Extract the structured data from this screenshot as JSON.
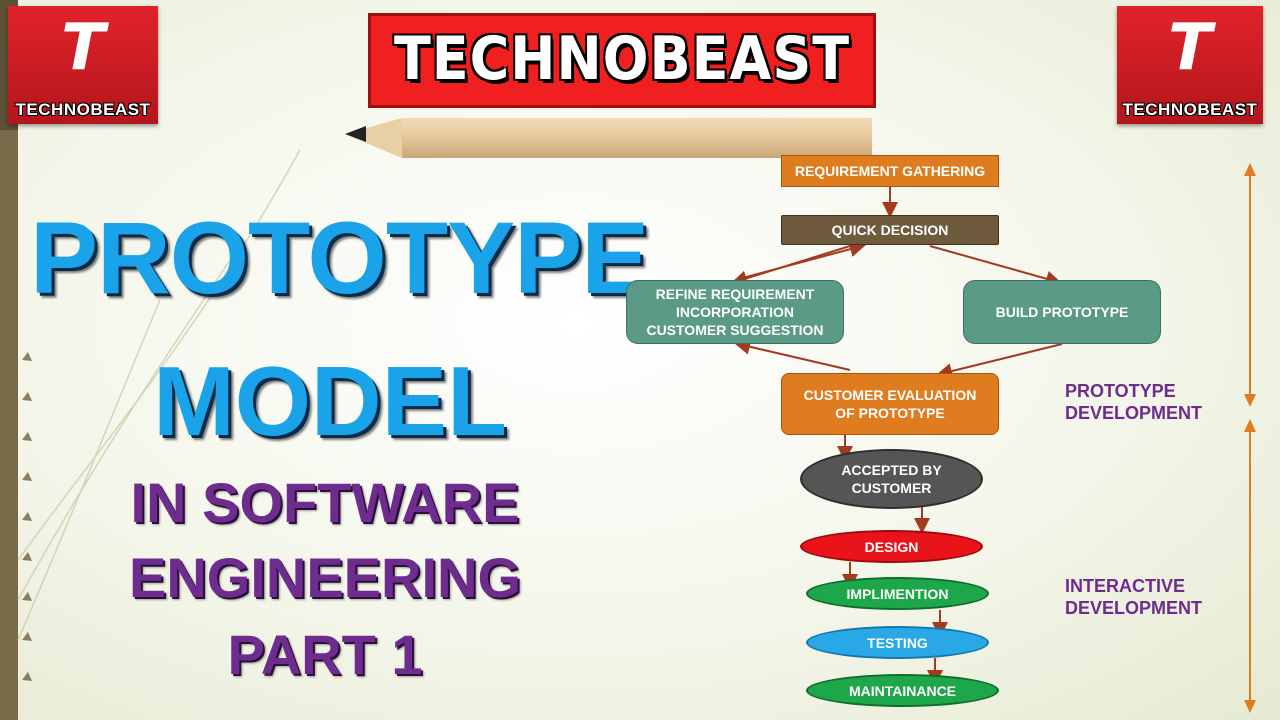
{
  "logo": {
    "left_word": "TECHNOBEAST",
    "right_word": "TECHNOBEAST",
    "mark": "T",
    "brand_color": "#e0232a"
  },
  "banner": {
    "title": "TECHNOBEAST"
  },
  "title": {
    "line1": "PROTOTYPE",
    "line2": "MODEL"
  },
  "subtitle": {
    "line1": "IN SOFTWARE",
    "line2": "ENGINEERING",
    "line3": "PART 1"
  },
  "flow": {
    "requirement_gathering": "REQUIREMENT GATHERING",
    "quick_decision": "QUICK DECISION",
    "refine": [
      "REFINE REQUIREMENT",
      "INCORPORATION",
      "CUSTOMER SUGGESTION"
    ],
    "build_prototype": "BUILD PROTOTYPE",
    "customer_evaluation": [
      "CUSTOMER EVALUATION",
      "OF PROTOTYPE"
    ],
    "accepted": [
      "ACCEPTED BY",
      "CUSTOMER"
    ],
    "design": "DESIGN",
    "implementation": "IMPLIMENTION",
    "testing": "TESTING",
    "maintenance": "MAINTAINANCE"
  },
  "phases": {
    "prototype": [
      "PROTOTYPE",
      "DEVELOPMENT"
    ],
    "interactive": [
      "INTERACTIVE",
      "DEVELOPMENT"
    ]
  },
  "colors": {
    "title_blue": "#1aa3e8",
    "subtitle_purple": "#6d2c8e",
    "orange": "#e07c20",
    "brown": "#6e5a3c",
    "teal": "#5b9a86",
    "dark_gray": "#555555",
    "red": "#e8141a",
    "green": "#1ea64a",
    "blue": "#29a8e8"
  }
}
